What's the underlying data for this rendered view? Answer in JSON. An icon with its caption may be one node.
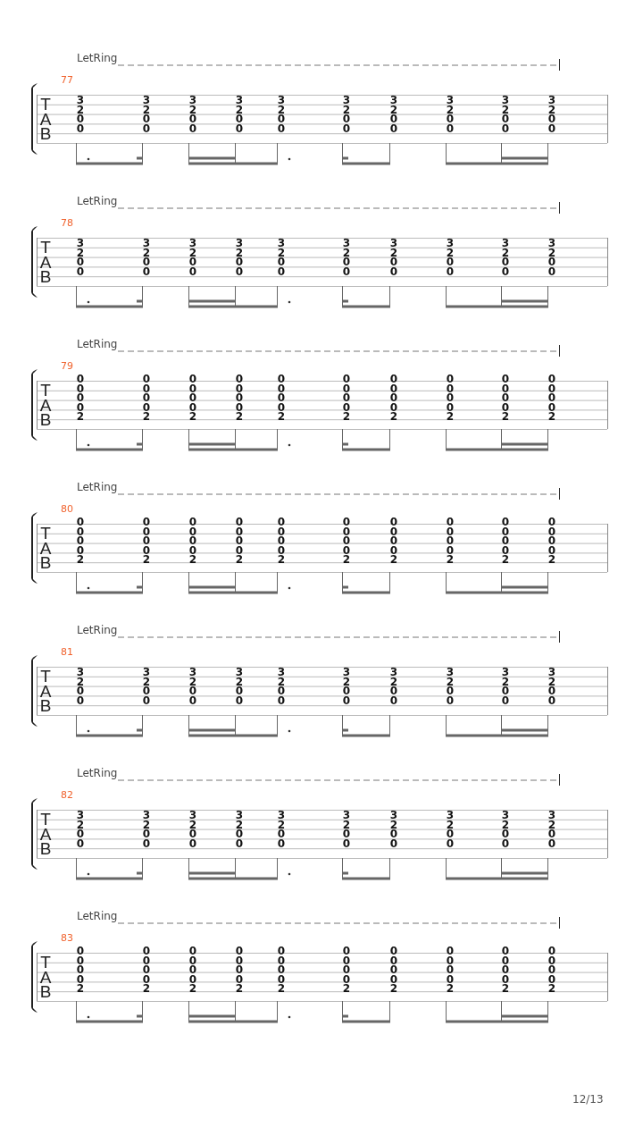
{
  "diagram": {
    "labels": [
      "LetRing",
      "77",
      "T",
      "A",
      "B",
      "3",
      "3",
      "3",
      "3",
      "3",
      "3",
      "3",
      "3",
      "3",
      "3",
      "2",
      "2",
      "2",
      "2",
      "2",
      "2",
      "2",
      "2",
      "2",
      "2",
      "0",
      "0",
      "0",
      "0",
      "0",
      "0",
      "0",
      "0",
      "0",
      "0",
      "0",
      "0",
      "0",
      "0",
      "0",
      "0",
      "0",
      "0",
      "0",
      "0",
      "LetRing",
      "78",
      "T",
      "A",
      "B",
      "3",
      "3",
      "3",
      "3",
      "3",
      "3",
      "3",
      "3",
      "3",
      "3",
      "2",
      "2",
      "2",
      "2",
      "2",
      "2",
      "2",
      "2",
      "2",
      "2",
      "0",
      "0",
      "0",
      "0",
      "0",
      "0",
      "0",
      "0",
      "0",
      "0",
      "0",
      "0",
      "0",
      "0",
      "0",
      "0",
      "0",
      "0",
      "0",
      "0",
      "LetRing",
      "79",
      "T",
      "A",
      "B",
      "0",
      "0",
      "0",
      "0",
      "0",
      "0",
      "0",
      "0",
      "0",
      "0",
      "0",
      "0",
      "0",
      "0",
      "0",
      "0",
      "0",
      "0",
      "0",
      "0",
      "0",
      "0",
      "0",
      "0",
      "0",
      "0",
      "0",
      "0",
      "0",
      "0",
      "0",
      "0",
      "0",
      "0",
      "0",
      "0",
      "0",
      "0",
      "0",
      "0",
      "2",
      "2",
      "2",
      "2",
      "2",
      "2",
      "2",
      "2",
      "2",
      "2",
      "LetRing",
      "80",
      "T",
      "A",
      "B",
      "0",
      "0",
      "0",
      "0",
      "0",
      "0",
      "0",
      "0",
      "0",
      "0",
      "0",
      "0",
      "0",
      "0",
      "0",
      "0",
      "0",
      "0",
      "0",
      "0",
      "0",
      "0",
      "0",
      "0",
      "0",
      "0",
      "0",
      "0",
      "0",
      "0",
      "0",
      "0",
      "0",
      "0",
      "0",
      "0",
      "0",
      "0",
      "0",
      "0",
      "2",
      "2",
      "2",
      "2",
      "2",
      "2",
      "2",
      "2",
      "2",
      "2",
      "LetRing",
      "81",
      "T",
      "A",
      "B",
      "3",
      "3",
      "3",
      "3",
      "3",
      "3",
      "3",
      "3",
      "3",
      "3",
      "2",
      "2",
      "2",
      "2",
      "2",
      "2",
      "2",
      "2",
      "2",
      "2",
      "0",
      "0",
      "0",
      "0",
      "0",
      "0",
      "0",
      "0",
      "0",
      "0",
      "0",
      "0",
      "0",
      "0",
      "0",
      "0",
      "0",
      "0",
      "0",
      "0",
      "LetRing",
      "82",
      "T",
      "A",
      "B",
      "3",
      "3",
      "3",
      "3",
      "3",
      "3",
      "3",
      "3",
      "3",
      "3",
      "2",
      "2",
      "2",
      "2",
      "2",
      "2",
      "2",
      "2",
      "2",
      "2",
      "0",
      "0",
      "0",
      "0",
      "0",
      "0",
      "0",
      "0",
      "0",
      "0",
      "0",
      "0",
      "0",
      "0",
      "0",
      "0",
      "0",
      "0",
      "0",
      "0",
      "LetRing",
      "83",
      "T",
      "A",
      "B",
      "0",
      "0",
      "0",
      "0",
      "0",
      "0",
      "0",
      "0",
      "0",
      "0",
      "0",
      "0",
      "0",
      "0",
      "0",
      "0",
      "0",
      "0",
      "0",
      "0",
      "0",
      "0",
      "0",
      "0",
      "0",
      "0",
      "0",
      "0",
      "0",
      "0",
      "0",
      "0",
      "0",
      "0",
      "0",
      "0",
      "0",
      "0",
      "0",
      "0",
      "2",
      "2",
      "2",
      "2",
      "2",
      "2",
      "2",
      "2",
      "2",
      "2",
      "12/13"
    ]
  }
}
